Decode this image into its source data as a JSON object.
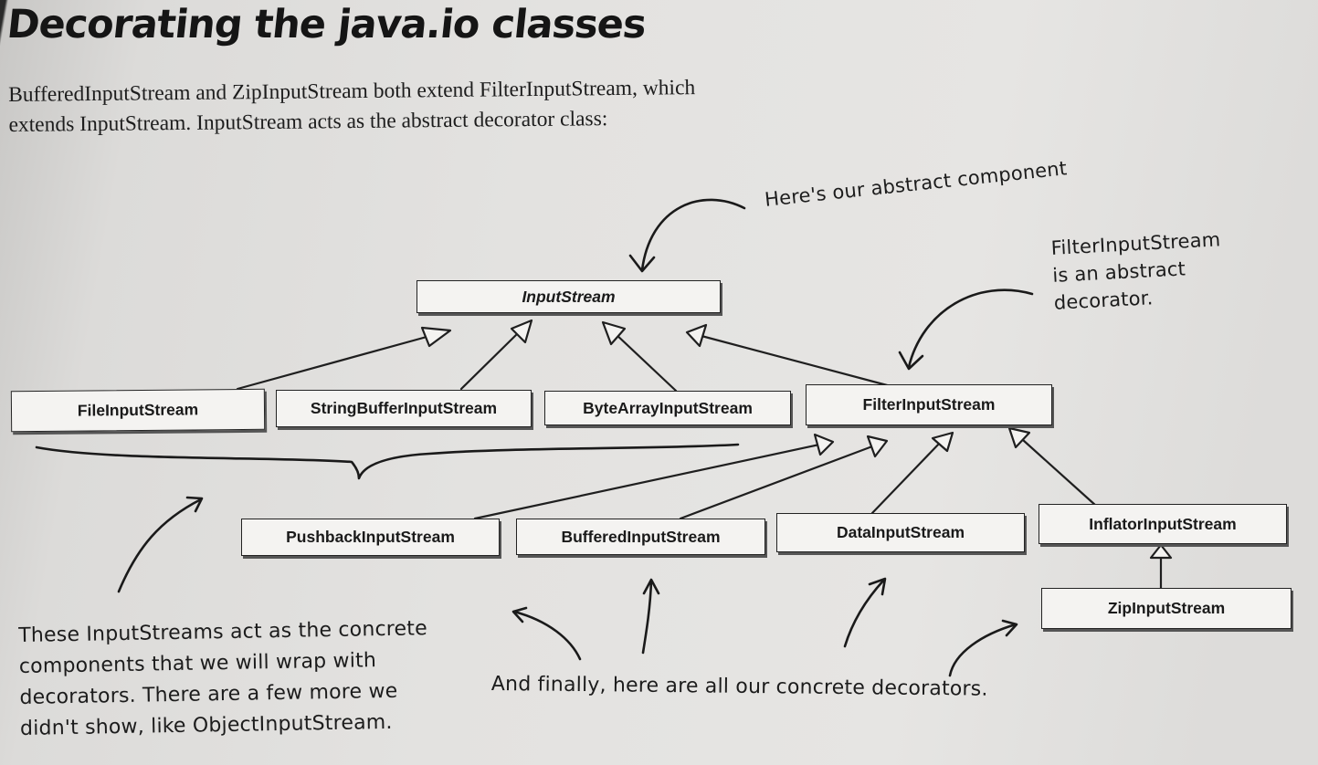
{
  "title": "Decorating the java.io classes",
  "intro": {
    "line1": "BufferedInputStream and ZipInputStream both extend FilterInputStream, which",
    "line2": "extends InputStream. InputStream acts as the abstract decorator class:"
  },
  "classes": {
    "input_stream": "InputStream",
    "file_input_stream": "FileInputStream",
    "string_buffer_input_stream": "StringBufferInputStream",
    "byte_array_input_stream": "ByteArrayInputStream",
    "filter_input_stream": "FilterInputStream",
    "pushback_input_stream": "PushbackInputStream",
    "buffered_input_stream": "BufferedInputStream",
    "data_input_stream": "DataInputStream",
    "inflator_input_stream": "InflatorInputStream",
    "zip_input_stream": "ZipInputStream"
  },
  "annotations": {
    "abstract_component": "Here's our abstract component",
    "abstract_decorator": {
      "line1": "FilterInputStream",
      "line2": "is an abstract",
      "line3": "decorator."
    },
    "concrete_components": {
      "line1": "These InputStreams act as the concrete",
      "line2": "components that we will wrap with",
      "line3": "decorators. There are a few more we",
      "line4": "didn't show, like ObjectInputStream."
    },
    "concrete_decorators": "And finally, here are all our concrete decorators."
  }
}
